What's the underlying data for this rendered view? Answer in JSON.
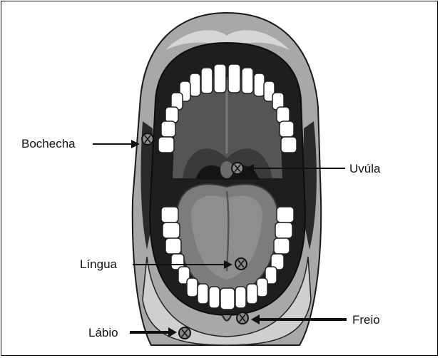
{
  "labels": {
    "cheek": "Bochecha",
    "uvula": "Uvúla",
    "tongue": "Língua",
    "frenulum": "Freio",
    "lip": "Lábio"
  }
}
